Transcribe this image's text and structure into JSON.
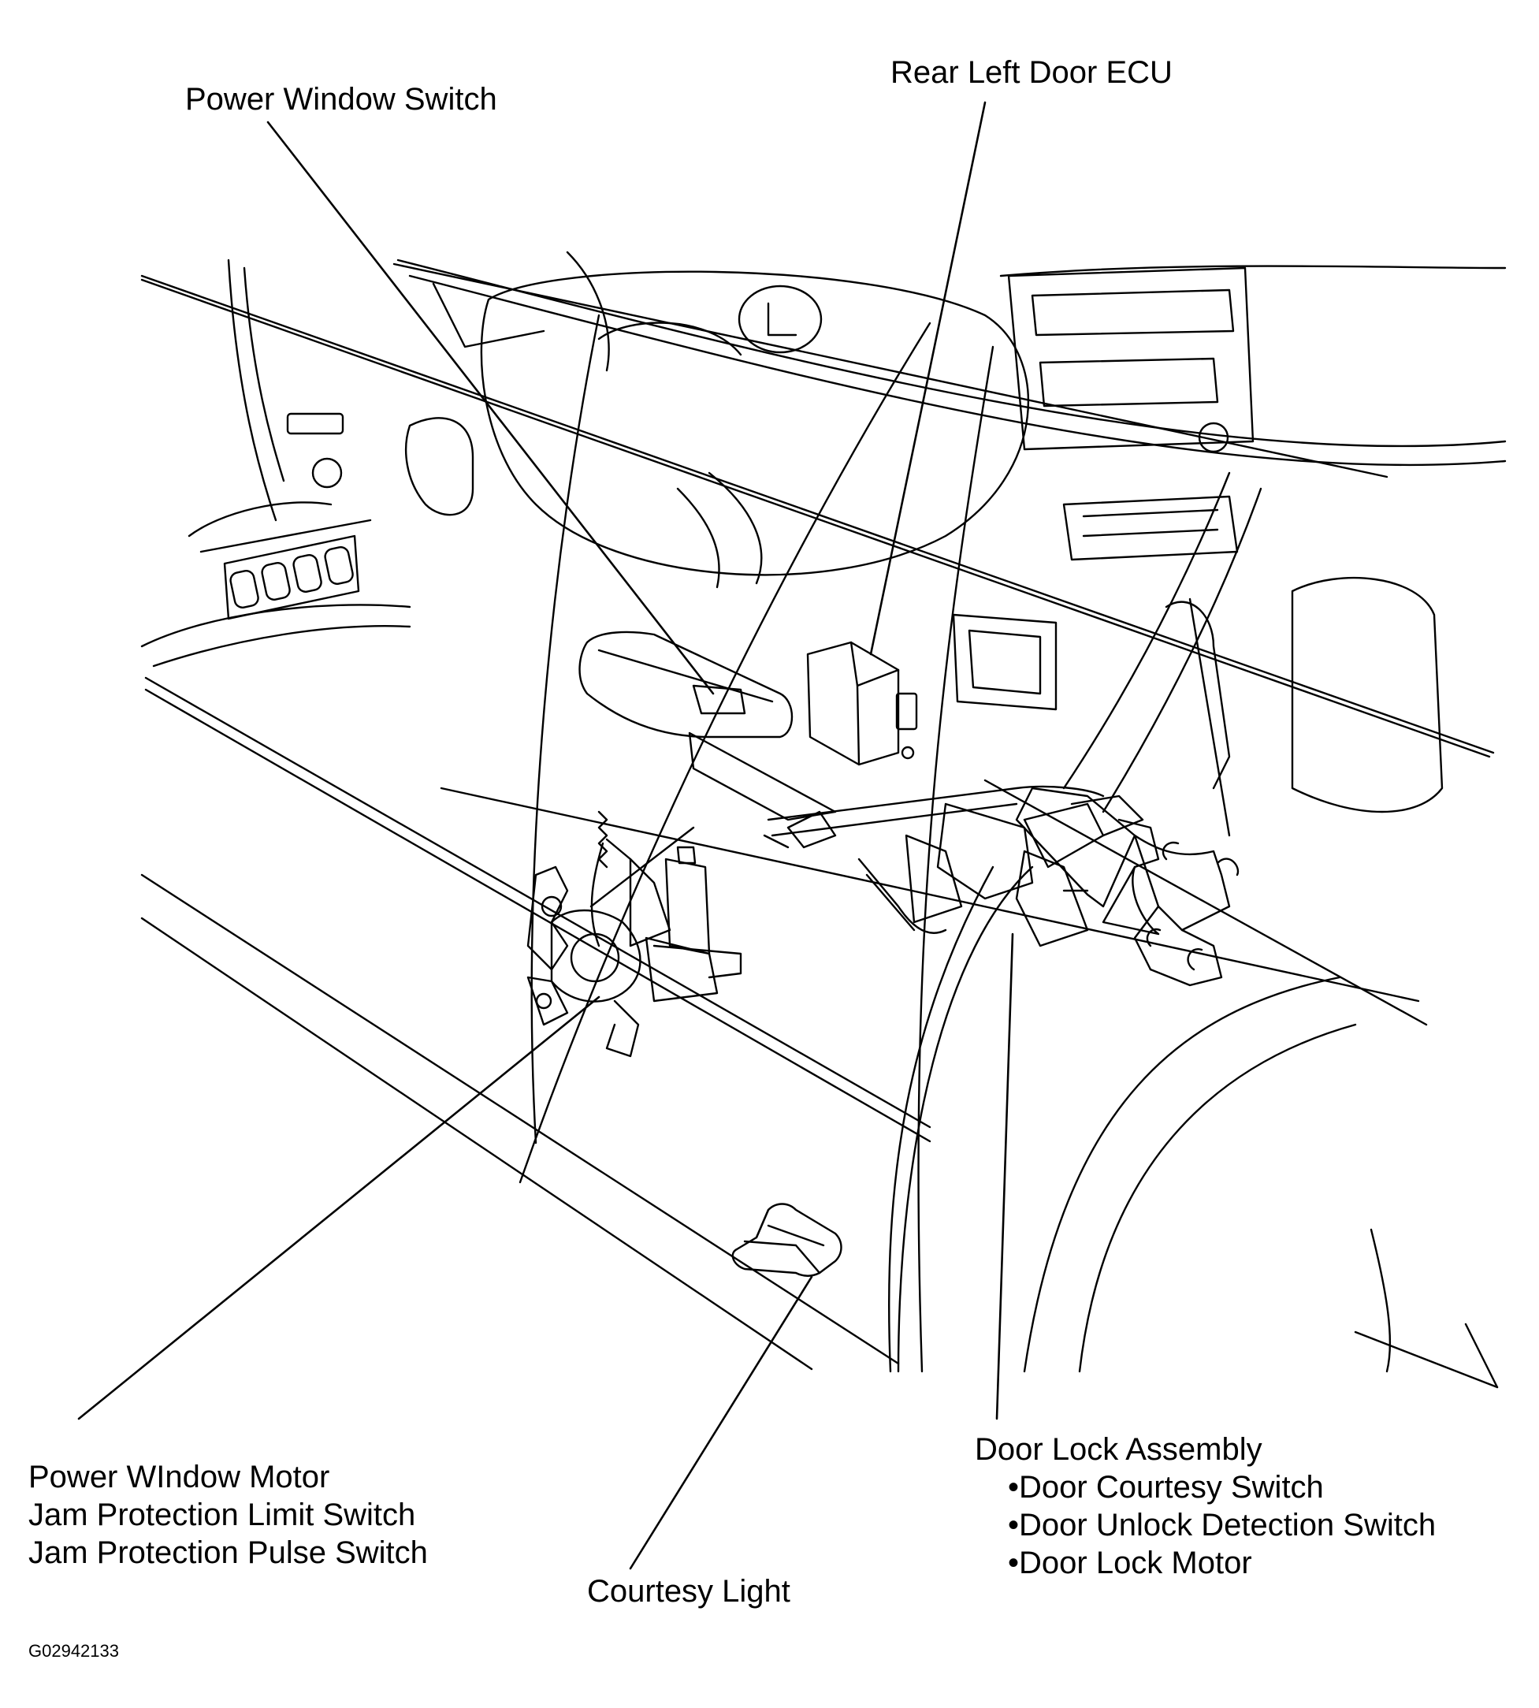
{
  "labels": {
    "power_window_switch": "Power Window Switch",
    "rear_left_door_ecu": "Rear Left Door ECU",
    "power_window_motor": [
      "Power WIndow Motor",
      "Jam Protection Limit Switch",
      "Jam Protection Pulse Switch"
    ],
    "courtesy_light": "Courtesy Light",
    "door_lock_assembly": "Door Lock Assembly",
    "door_lock_items": [
      "•Door Courtesy Switch",
      "•Door Unlock Detection Switch",
      "•Door Lock Motor"
    ]
  },
  "figure_code": "G02942133",
  "colors": {
    "ink": "#000000",
    "paper": "#ffffff"
  }
}
